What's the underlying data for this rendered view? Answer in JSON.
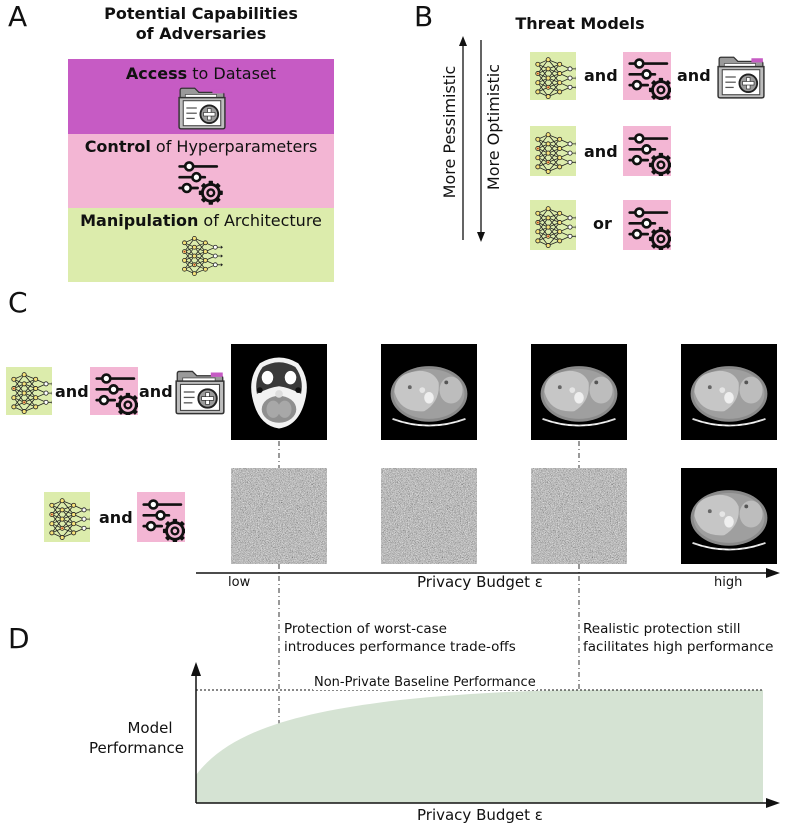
{
  "panels": {
    "a": "A",
    "b": "B",
    "c": "C",
    "d": "D"
  },
  "panel_a": {
    "title_line1": "Potential Capabilities",
    "title_line2": "of Adversaries",
    "access_bold": "Access",
    "access_rest": " to Dataset",
    "control_bold": "Control",
    "control_rest": " of Hyperparameters",
    "manip_bold": "Manipulation",
    "manip_rest": " of Architecture",
    "colors": {
      "access": "#c65bc4",
      "control": "#f3b6d4",
      "manipulation": "#dcecac"
    }
  },
  "panel_b": {
    "title": "Threat Models",
    "pessimistic": "More Pessimistic",
    "optimistic": "More Optimistic",
    "row1": {
      "conj1": "and",
      "conj2": "and"
    },
    "row2": {
      "conj1": "and"
    },
    "row3": {
      "conj1": "or"
    }
  },
  "panel_c": {
    "row1": {
      "conj1": "and",
      "conj2": "and"
    },
    "row2": {
      "conj1": "and"
    },
    "axis_label": "Privacy Budget ε",
    "low": "low",
    "high": "high"
  },
  "panel_d": {
    "annotation_left_line1": "Protection of worst-case",
    "annotation_left_line2": "introduces performance trade-offs",
    "annotation_right_line1": "Realistic protection still",
    "annotation_right_line2": "facilitates high performance",
    "baseline_label": "Non-Private Baseline Performance",
    "ylabel_line1": "Model",
    "ylabel_line2": "Performance",
    "xlabel": "Privacy Budget ε",
    "area_color": "#d5e3d3"
  },
  "icons": {
    "network": "neural-network-icon",
    "sliders": "hyperparameter-sliders-gear-icon",
    "folder": "dataset-folder-icon"
  }
}
